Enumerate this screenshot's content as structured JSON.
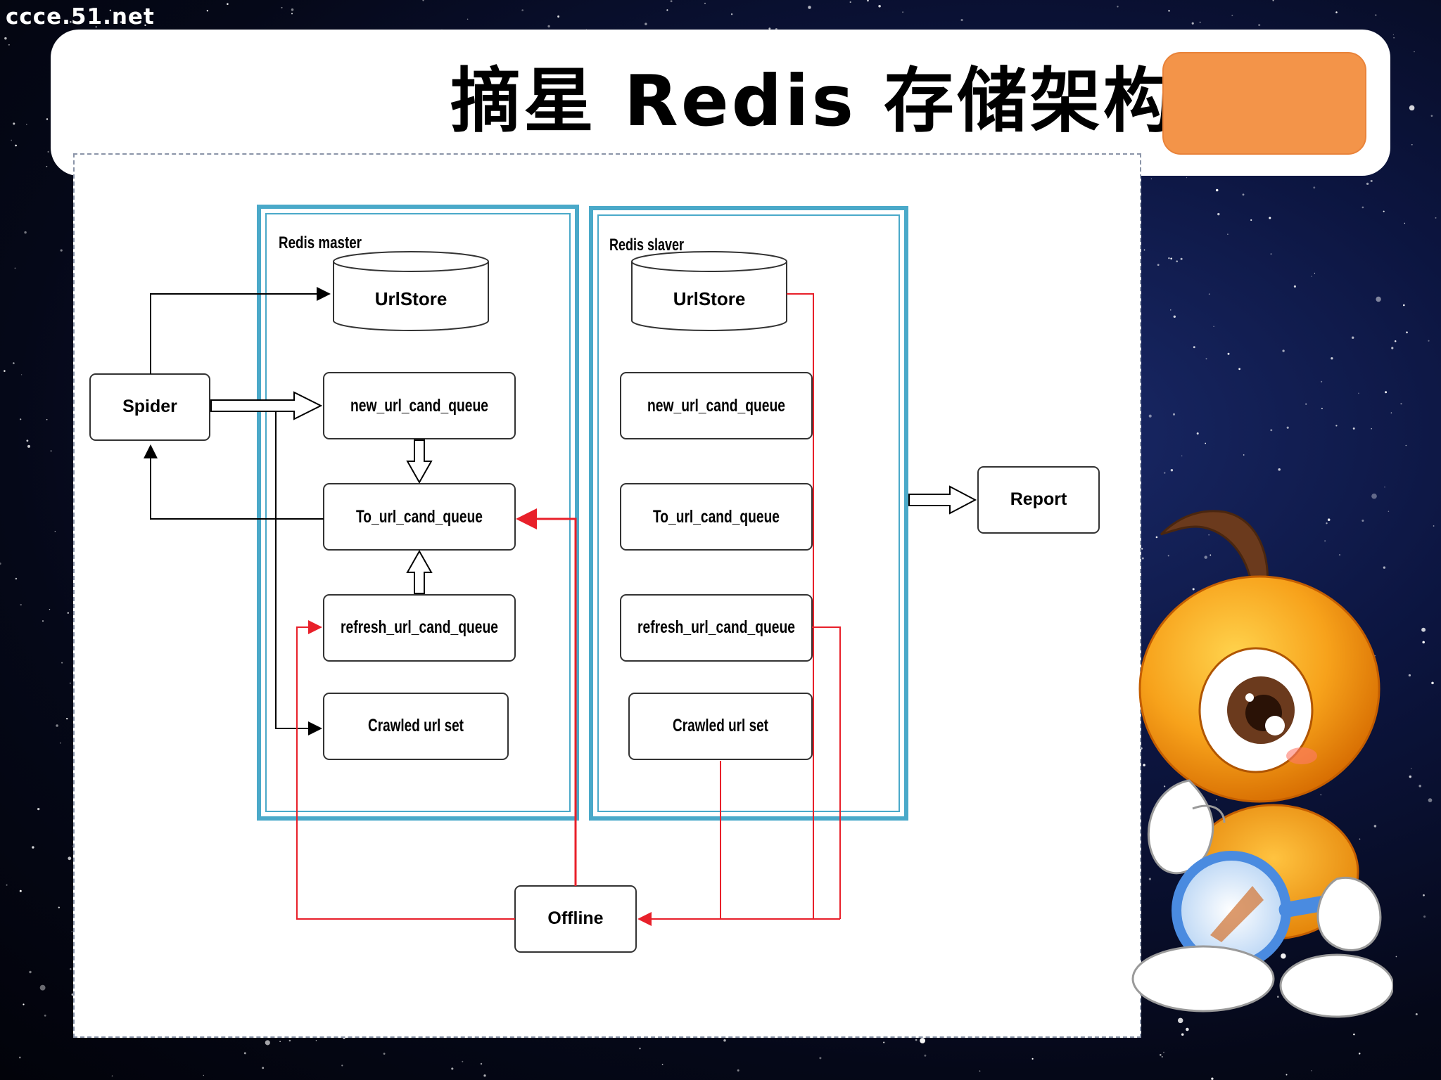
{
  "watermark": "ccce.51.net",
  "slide_title": "摘星 Redis 存储架构",
  "colors": {
    "accent": "#f39449",
    "container_border": "#4aa9c9",
    "flow_red": "#e8202a",
    "mascot_orange": "#f7a21b"
  },
  "diagram": {
    "master": {
      "label": "Redis master",
      "urlstore": "UrlStore",
      "new_queue": "new_url_cand_queue",
      "to_queue": "To_url_cand_queue",
      "refresh_queue": "refresh_url_cand_queue",
      "crawled_set": "Crawled url set"
    },
    "slaver": {
      "label": "Redis slaver",
      "urlstore": "UrlStore",
      "new_queue": "new_url_cand_queue",
      "to_queue": "To_url_cand_queue",
      "refresh_queue": "refresh_url_cand_queue",
      "crawled_set": "Crawled url set"
    },
    "spider": "Spider",
    "report": "Report",
    "offline": "Offline"
  }
}
